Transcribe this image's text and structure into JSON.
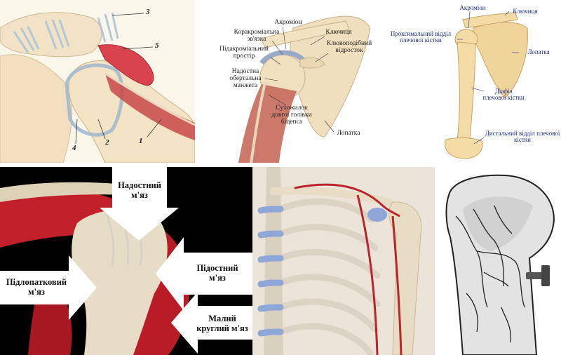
{
  "panel1": {
    "labels": [
      "3",
      "5",
      "1",
      "2",
      "4"
    ]
  },
  "panel2": {
    "acromion": "Акроміон",
    "coracoacromial": "Коракроміальна зв'язка",
    "clavicle": "Ключиця",
    "subacromial": "Підакроміальний простір",
    "coracoid": "Клювоподібний відросток",
    "supraspinatus_cuff": "Надостна обертальна манжета",
    "biceps_tendon": "Сухожилок довгої голівки біцепса",
    "scapula": "Лопатка"
  },
  "panel3": {
    "acromion": "Акроміон",
    "clavicle": "Ключиця",
    "proximal": "Проксимальний відділ плечової кістки",
    "scapula": "Лопатка",
    "diaphysis": "Діафіз плечової кістки",
    "distal": "Дистальний відділ плечової кістки"
  },
  "panel4": {
    "supraspinatus": "Надостний м'яз",
    "infraspinatus": "Підостний м'яз",
    "subscapularis": "Підлопатковий м'яз",
    "teres_minor": "Малий круглий м'яз"
  },
  "colors": {
    "bone": "#f2e2c4",
    "muscle": "#c8202c",
    "ligament": "#b9cde0",
    "label_blue": "#1a2a8a",
    "cartilage": "#8fa6d8"
  }
}
